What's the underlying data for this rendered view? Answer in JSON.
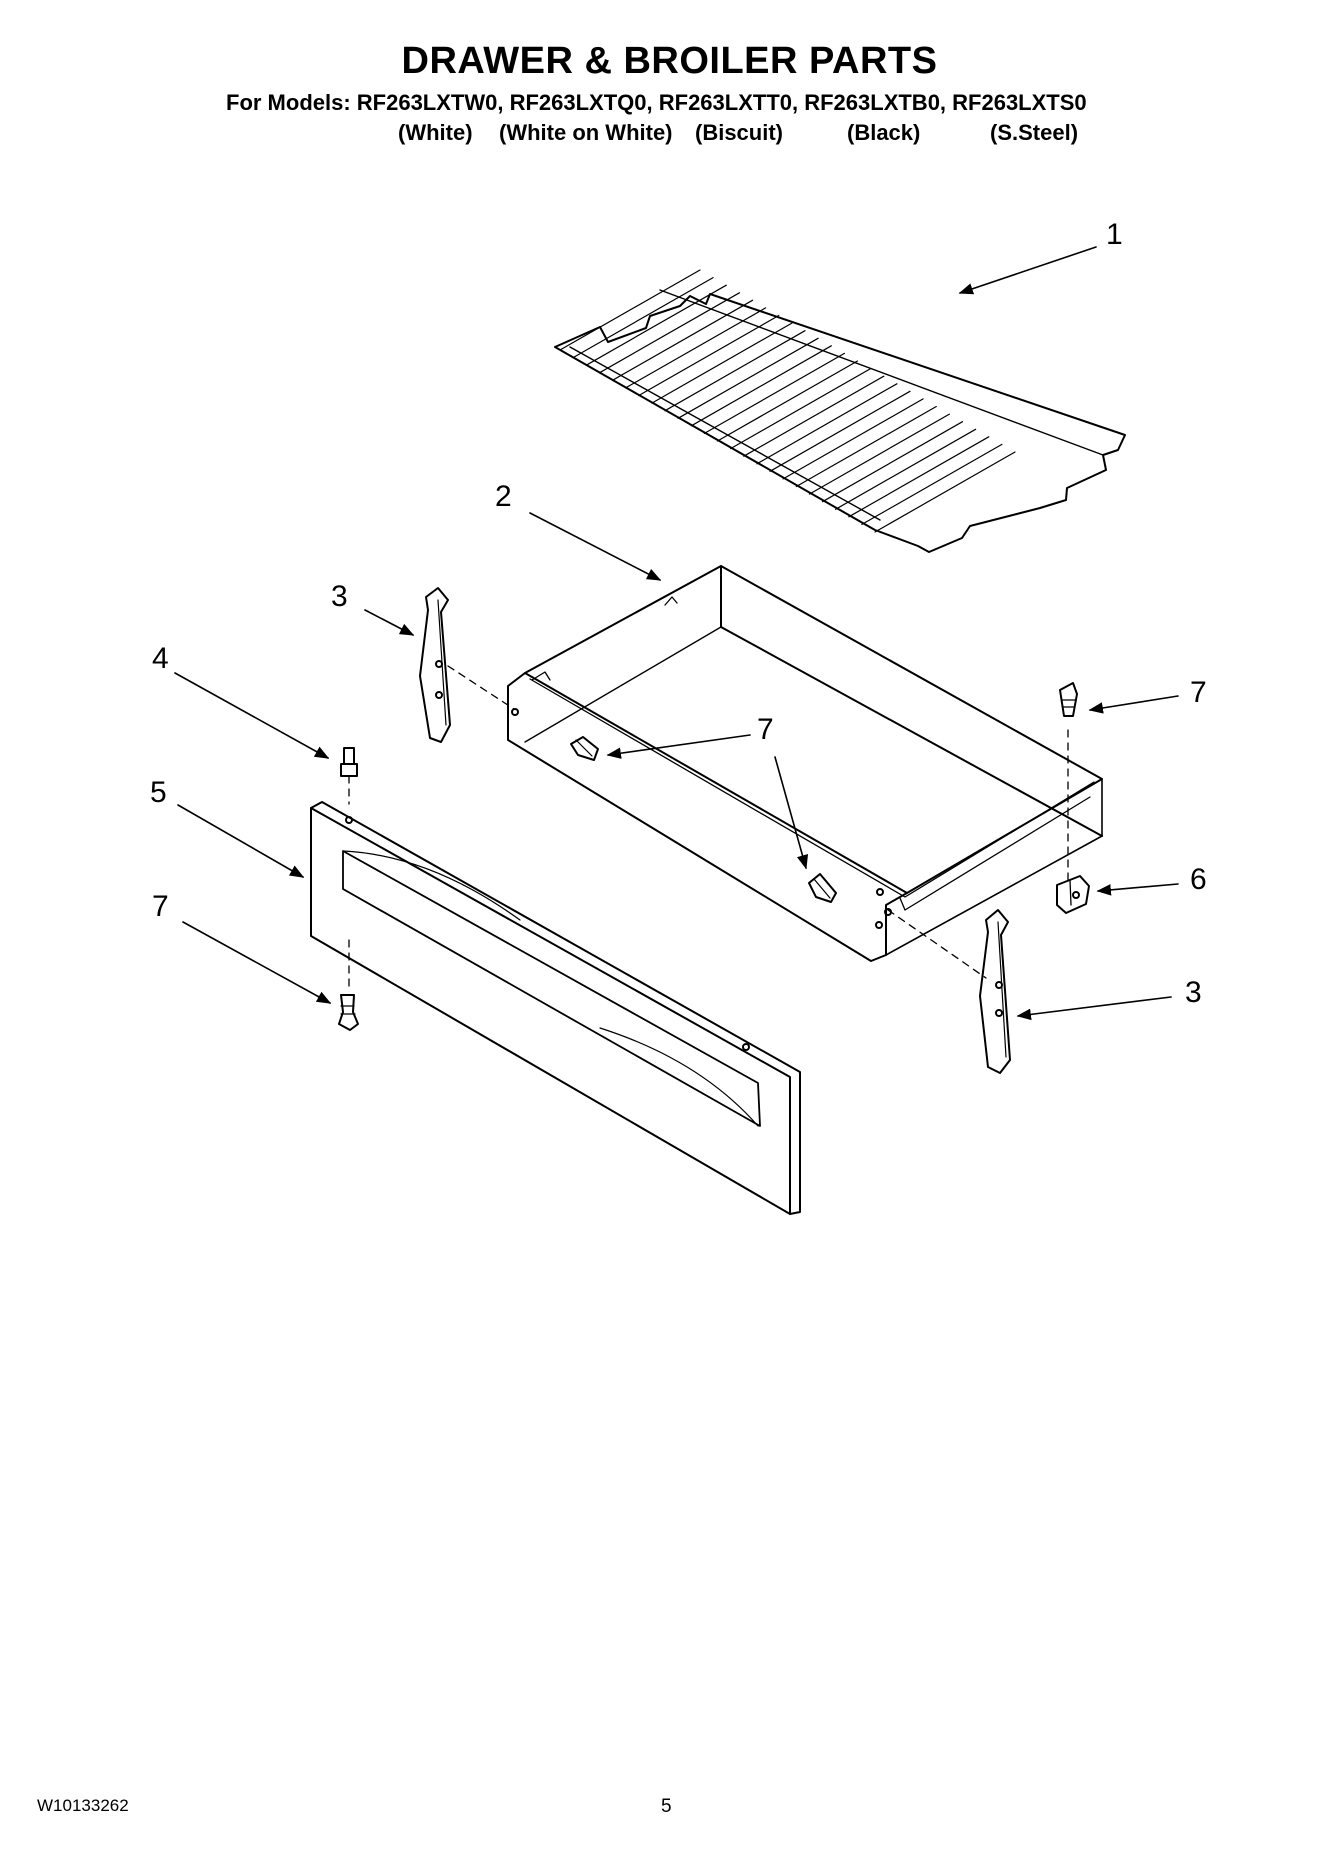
{
  "header": {
    "title": "DRAWER & BROILER PARTS",
    "models_line": "For Models: RF263LXTW0, RF263LXTQ0, RF263LXTT0, RF263LXTB0, RF263LXTS0",
    "colors": [
      "(White)",
      "(White on White)",
      "(Biscuit)",
      "(Black)",
      "(S.Steel)"
    ]
  },
  "callouts": [
    "1",
    "2",
    "3",
    "4",
    "5",
    "7",
    "7",
    "7",
    "6",
    "3"
  ],
  "footer": {
    "doc_number": "W10133262",
    "page_number": "5"
  }
}
